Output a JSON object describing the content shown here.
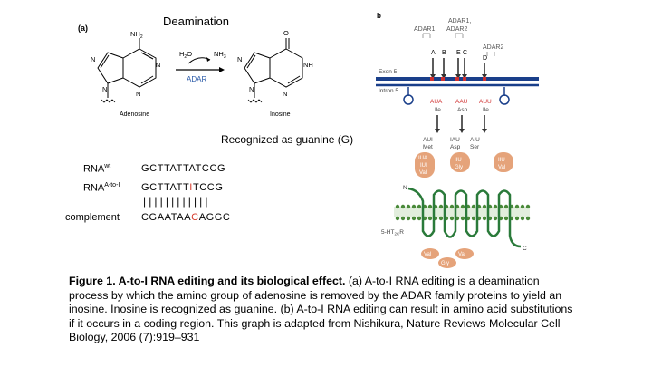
{
  "panel_a": {
    "label": "(a)",
    "title": "Deamination",
    "adenosine_label": "Adenosine",
    "inosine_label": "Inosine",
    "nh2": "NH",
    "nh2_sub": "2",
    "n1": "N",
    "n3": "N",
    "n7": "N",
    "n9": "N",
    "nh_ino": "NH",
    "o_ino": "O",
    "h2o": "H",
    "h2o_sub": "2",
    "h2o_o": "O",
    "nh3": "NH",
    "nh3_sub": "3",
    "enzyme": "ADAR",
    "recognized": "Recognized as guanine (G)",
    "rna_wt_label": "RNA",
    "rna_wt_sup": "wt",
    "rna_wt_seq": "GCTTATTATCCG",
    "rna_atoi_label": "RNA",
    "rna_atoi_sup": "A-to-I",
    "rna_atoi_pre": "GCTTATT",
    "rna_atoi_mut": "I",
    "rna_atoi_post": "TCCG",
    "pairing": "||||||||||||",
    "complement_label": "complement",
    "complement_pre": "CGAATAA",
    "complement_mut": "C",
    "complement_post": "AGGC",
    "red_color": "#d63a2a"
  },
  "panel_b": {
    "label": "b",
    "top_labels": [
      "ADAR1,",
      "ADAR1",
      "ADAR2",
      "ADAR2"
    ],
    "site_letters": [
      "A",
      "B",
      "E",
      "C",
      "D"
    ],
    "exon": "Exon 5",
    "intron": "Intron 5",
    "codons_top": [
      "AUA",
      "AAU",
      "AUU"
    ],
    "aa_top": [
      "Ile",
      "Asn",
      "Ile"
    ],
    "codons_mid": [
      "AUI",
      "IAU",
      "AIU"
    ],
    "aa_mid": [
      "Met",
      "Asp",
      "Ser"
    ],
    "bubble1": [
      "IUA",
      "IUI",
      "Val"
    ],
    "bubble2": [
      "IIU",
      "Gly"
    ],
    "bubble3": [
      "IIU",
      "Val"
    ],
    "n_term": "N",
    "c_term": "C",
    "receptor": "5-HT",
    "receptor_sub": "2C",
    "receptor_suffix": "R",
    "loop_aa": [
      "Val",
      "Val",
      "Gly"
    ],
    "line_color": "#1a3f8a",
    "green_color": "#4a8a3a",
    "bubble_color": "#e5a37a",
    "red_color": "#e0403a"
  },
  "caption": {
    "head": "Figure 1. A-to-I RNA editing and its biological effect.",
    "body": " (a) A-to-I RNA editing is a deamination process by which the amino group of adenosine is removed by the ADAR family proteins to yield an inosine. Inosine is recognized as guanine. (b) A-to-I RNA editing can result in amino acid substitutions if it occurs in a coding region. This graph is adapted from Nishikura, Nature Reviews Molecular Cell Biology, 2006 (7):919–931"
  }
}
